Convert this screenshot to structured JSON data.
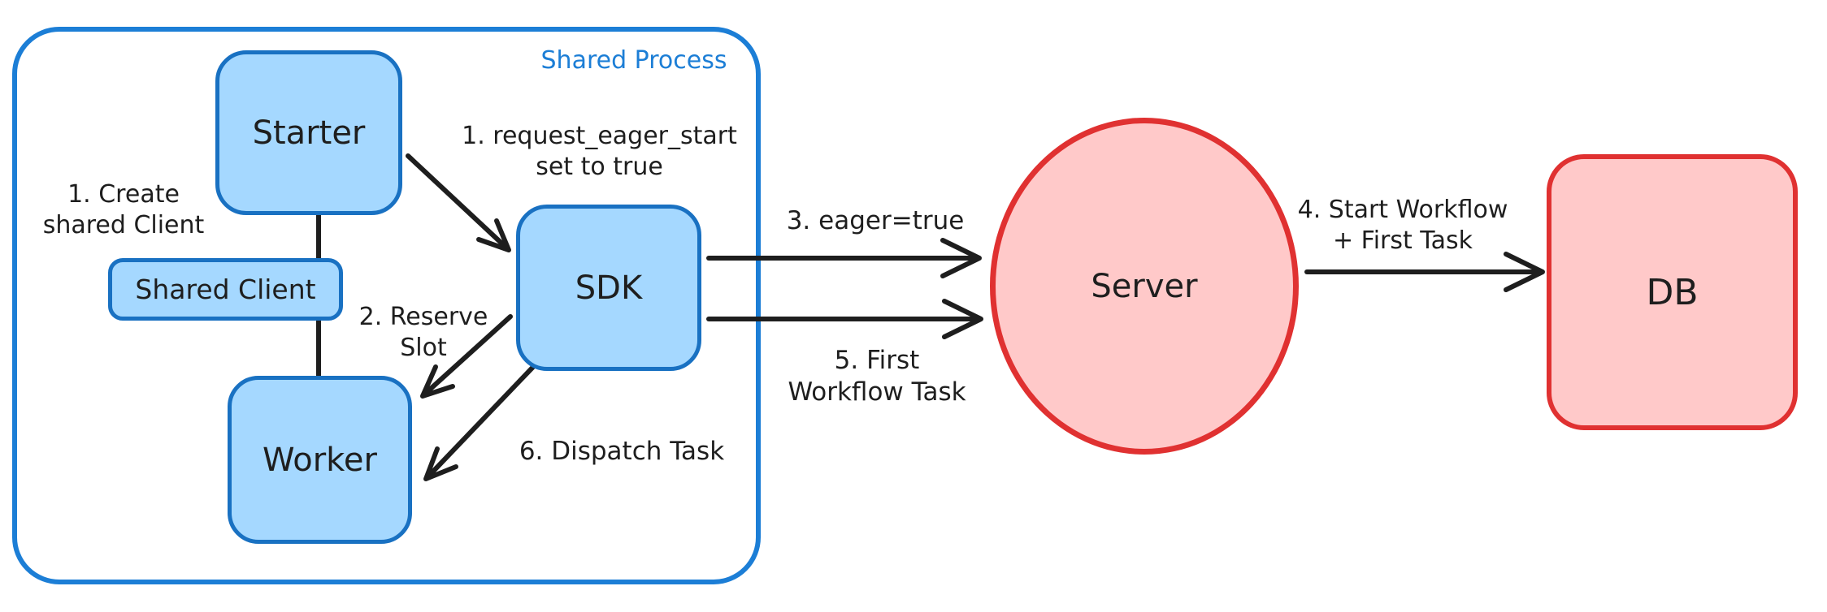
{
  "frame": {
    "label": "Shared Process"
  },
  "nodes": {
    "starter": {
      "label": "Starter"
    },
    "shared_client": {
      "label": "Shared Client"
    },
    "worker": {
      "label": "Worker"
    },
    "sdk": {
      "label": "SDK"
    },
    "server": {
      "label": "Server"
    },
    "db": {
      "label": "DB"
    }
  },
  "annotations": {
    "create_shared_client": {
      "lines": [
        "1. Create",
        "shared Client"
      ]
    },
    "request_eager_start": {
      "lines": [
        "1. request_eager_start",
        "set to true"
      ]
    },
    "reserve_slot": {
      "lines": [
        "2. Reserve",
        "Slot"
      ]
    },
    "eager_true": {
      "lines": [
        "3. eager=true"
      ]
    },
    "first_workflow_task": {
      "lines": [
        "5. First",
        "Workflow Task"
      ]
    },
    "dispatch_task": {
      "lines": [
        "6. Dispatch Task"
      ]
    },
    "start_workflow": {
      "lines": [
        "4. Start Workflow",
        "+ First Task"
      ]
    }
  },
  "colors": {
    "blue_stroke": "#1971c2",
    "frame_stroke": "#1c7ed6",
    "blue_fill": "#a5d8ff",
    "red_stroke": "#e03131",
    "red_fill": "#ffc9c9",
    "ink": "#1e1e1e",
    "background": "#ffffff"
  }
}
